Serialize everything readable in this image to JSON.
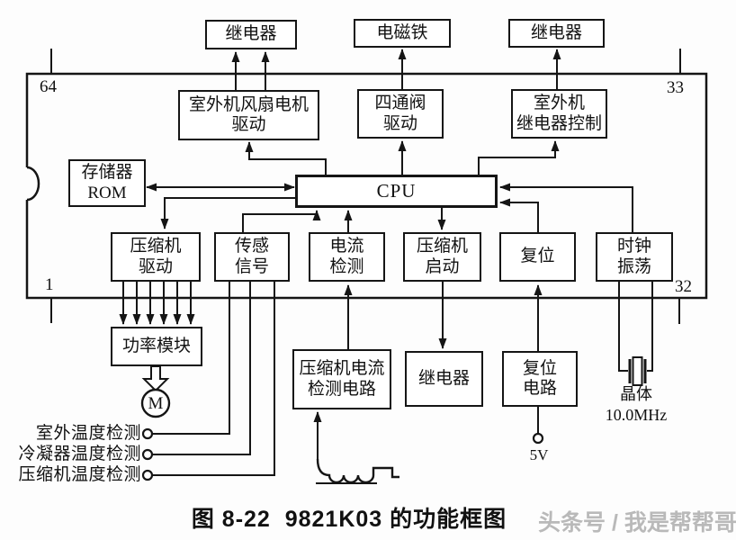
{
  "figure": {
    "caption": "图 8-22  9821K03 的功能框图",
    "watermark": "头条号 / 我是帮帮哥"
  },
  "ic": {
    "pins": {
      "top_left": "64",
      "top_right": "33",
      "bottom_left": "1",
      "bottom_right": "32"
    },
    "blocks": {
      "fan_motor_drive": {
        "line1": "室外机风扇电机",
        "line2": "驱动"
      },
      "four_way_valve_drive": {
        "line1": "四通阀",
        "line2": "驱动"
      },
      "outdoor_relay_control": {
        "line1": "室外机",
        "line2": "继电器控制"
      },
      "rom": {
        "line1": "存储器",
        "line2": "ROM"
      },
      "cpu": {
        "line1": "CPU"
      },
      "compressor_drive": {
        "line1": "压缩机",
        "line2": "驱动"
      },
      "sensor_signal": {
        "line1": "传感",
        "line2": "信号"
      },
      "current_detect": {
        "line1": "电流",
        "line2": "检测"
      },
      "compressor_start": {
        "line1": "压缩机",
        "line2": "启动"
      },
      "reset": {
        "line1": "复位"
      },
      "clock_osc": {
        "line1": "时钟",
        "line2": "振荡"
      }
    }
  },
  "external": {
    "relay_top_left": "继电器",
    "solenoid": "电磁铁",
    "relay_top_right": "继电器",
    "power_module": "功率模块",
    "motor": "M",
    "compressor_current_detect": {
      "line1": "压缩机电流",
      "line2": "检测电路"
    },
    "relay_bottom": "继电器",
    "reset_circuit": {
      "line1": "复位",
      "line2": "电路"
    },
    "crystal": {
      "name": "晶体",
      "freq": "10.0MHz"
    },
    "supply_5v": "5V",
    "temp_inputs": [
      "室外温度检测",
      "冷凝器温度检测",
      "压缩机温度检测"
    ]
  }
}
